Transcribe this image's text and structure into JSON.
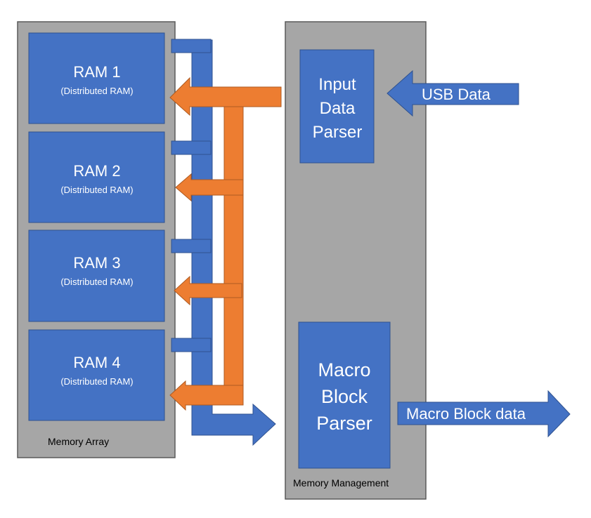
{
  "colors": {
    "panel": "#a6a6a6",
    "block": "#4472c4",
    "block_border": "#2f528f",
    "orange": "#ed7d31",
    "panel_border": "#5a5a5a"
  },
  "memory_array": {
    "caption": "Memory Array",
    "rams": [
      {
        "title": "RAM 1",
        "subtitle": "(Distributed RAM)"
      },
      {
        "title": "RAM 2",
        "subtitle": "(Distributed RAM)"
      },
      {
        "title": "RAM 3",
        "subtitle": "(Distributed RAM)"
      },
      {
        "title": "RAM 4",
        "subtitle": "(Distributed RAM)"
      }
    ]
  },
  "memory_management": {
    "caption": "Memory Management",
    "input_parser": {
      "lines": [
        "Input",
        "Data",
        "Parser"
      ]
    },
    "macro_parser": {
      "lines": [
        "Macro",
        "Block",
        "Parser"
      ]
    }
  },
  "arrows": {
    "usb_in": "USB Data",
    "macro_out": "Macro Block data"
  }
}
